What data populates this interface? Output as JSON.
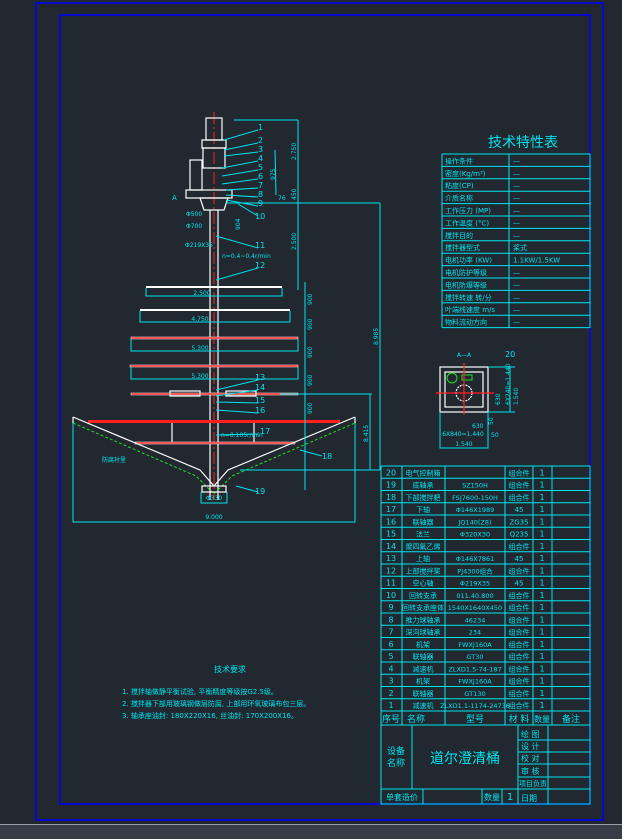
{
  "spec_table": {
    "title": "技术特性表",
    "rows": [
      {
        "label": "操作条件",
        "value": "—"
      },
      {
        "label": "密度(Kg/m³)",
        "value": "—"
      },
      {
        "label": "粘度(CP)",
        "value": "—"
      },
      {
        "label": "介质名称",
        "value": "—"
      },
      {
        "label": "工作压力 (MP)",
        "value": "—"
      },
      {
        "label": "工作温度 (°C)",
        "value": "—"
      },
      {
        "label": "搅拌目的",
        "value": "—"
      },
      {
        "label": "搅拌器型式",
        "value": "桨式"
      },
      {
        "label": "电机功率 (KW)",
        "value": "1.1KW/1.5KW"
      },
      {
        "label": "电机防护等级",
        "value": "—"
      },
      {
        "label": "电机防爆等级",
        "value": "—"
      },
      {
        "label": "搅拌转速 转/分",
        "value": "—"
      },
      {
        "label": "叶端线速度 m/s",
        "value": "—"
      },
      {
        "label": "物料流动方向",
        "value": "—"
      }
    ]
  },
  "parts_list": {
    "headers": {
      "no": "序号",
      "name": "名称",
      "model": "型号",
      "material": "材 料",
      "qty": "数量",
      "note": "备注"
    },
    "rows": [
      {
        "no": "20",
        "name": "电气控制箱",
        "model": "",
        "material": "组合件",
        "qty": "1"
      },
      {
        "no": "19",
        "name": "底轴承",
        "model": "SZ150H",
        "material": "组合件",
        "qty": "1"
      },
      {
        "no": "18",
        "name": "下部搅拌耙",
        "model": "FSJ7600-150H",
        "material": "组合件",
        "qty": "1"
      },
      {
        "no": "17",
        "name": "下轴",
        "model": "Φ146X1989",
        "material": "45",
        "qty": "1"
      },
      {
        "no": "16",
        "name": "联轴器",
        "model": "JQ140(Z8)",
        "material": "ZG35",
        "qty": "1"
      },
      {
        "no": "15",
        "name": "法兰",
        "model": "Φ320X30",
        "material": "Q235",
        "qty": "1"
      },
      {
        "no": "14",
        "name": "聚四氟乙烯",
        "model": "",
        "material": "组合件",
        "qty": "1"
      },
      {
        "no": "13",
        "name": "上轴",
        "model": "Φ146X7861",
        "material": "45",
        "qty": "1"
      },
      {
        "no": "12",
        "name": "上部搅拌桨",
        "model": "PJ4300组合",
        "material": "组合件",
        "qty": "1"
      },
      {
        "no": "11",
        "name": "空心轴",
        "model": "Φ219X35",
        "material": "45",
        "qty": "1"
      },
      {
        "no": "10",
        "name": "回转支承",
        "model": "011.40.800",
        "material": "组合件",
        "qty": "1"
      },
      {
        "no": "9",
        "name": "回转支承座体",
        "model": "1540X1640X450",
        "material": "组合件",
        "qty": "1"
      },
      {
        "no": "8",
        "name": "推力球轴承",
        "model": "46234",
        "material": "组合件",
        "qty": "1"
      },
      {
        "no": "7",
        "name": "深沟球轴承",
        "model": "234",
        "material": "组合件",
        "qty": "1"
      },
      {
        "no": "6",
        "name": "机架",
        "model": "FWXJ160A",
        "material": "组合件",
        "qty": "1"
      },
      {
        "no": "5",
        "name": "联轴器",
        "model": "GT30",
        "material": "组合件",
        "qty": "1"
      },
      {
        "no": "4",
        "name": "减速机",
        "model": "ZLXD1.5-74-187",
        "material": "组合件",
        "qty": "1"
      },
      {
        "no": "3",
        "name": "机架",
        "model": "FWXJ160A",
        "material": "组合件",
        "qty": "1"
      },
      {
        "no": "2",
        "name": "联轴器",
        "model": "GT130",
        "material": "组合件",
        "qty": "1"
      },
      {
        "no": "1",
        "name": "减速机",
        "model": "ZLXD1.1-1174-24736",
        "material": "组合件",
        "qty": "1"
      }
    ]
  },
  "title_block": {
    "device_label_1": "设备",
    "device_label_2": "名称",
    "device_name": "道尔澄清桶",
    "unit_price_label": "单套造价",
    "qty_label": "数量",
    "qty_value": "1",
    "roles": [
      "绘 图",
      "设 计",
      "校 对",
      "审 核",
      "项目负责",
      "日期"
    ]
  },
  "notes": {
    "title": "技术要求",
    "items": [
      "1. 搅拌轴做静平衡试验, 平衡精度等级按G2.5级。",
      "2. 搅拌器下部用玻璃钢做层防腐, 上部用环氧玻璃布包三层。",
      "3. 轴承座油封: 180X220X16, 丝油封: 170X200X16。"
    ]
  },
  "drawing": {
    "balloons": [
      "1",
      "2",
      "3",
      "4",
      "5",
      "6",
      "7",
      "8",
      "9",
      "10",
      "11",
      "12",
      "13",
      "14",
      "15",
      "16",
      "17",
      "18",
      "19"
    ],
    "section_label": "A—A",
    "section_balloon": "20",
    "view_marker": "A",
    "blade_dims": [
      "2.500",
      "4.750",
      "5.300",
      "5.300"
    ],
    "spacing_dims": [
      "900",
      "900",
      "900",
      "900",
      "900"
    ],
    "overall_height": "8.985",
    "lower_height": "8.415",
    "tank_width": "9.000",
    "bottom_dia": "Φ330",
    "top_dims": [
      "2.750",
      "975",
      "2.500",
      "904",
      "76",
      "450"
    ],
    "flange_dims": [
      "Φ500",
      "Φ700"
    ],
    "shaft_dim": "Φ219X35",
    "speed_note": "n=0.4~0.4r/min",
    "lower_speed": "n=0.105r/min",
    "material_label": "防腐衬里",
    "section_dims": [
      "1.540",
      "6X840=1.440",
      "630",
      "1.540",
      "6X240=1.440",
      "630",
      "50",
      "50"
    ]
  }
}
